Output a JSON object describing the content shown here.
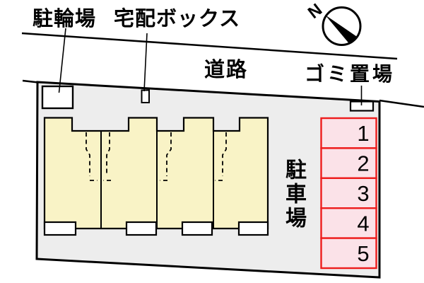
{
  "labels": {
    "bicycle_parking": "駐輪場",
    "delivery_box": "宅配ボックス",
    "road": "道路",
    "garbage_area": "ゴミ置場",
    "parking_lot": "駐車場"
  },
  "compass": {
    "north_label": "N"
  },
  "parking": {
    "space_numbers": [
      "1",
      "2",
      "3",
      "4",
      "5"
    ]
  },
  "colors": {
    "line": "#000000",
    "text": "#000000",
    "site_fill": "#ededed",
    "building_fill": "#f9f3c6",
    "box_fill": "#ffffff",
    "parking_space_fill": "#fbe2e8",
    "parking_space_border": "#ee1c1c"
  }
}
